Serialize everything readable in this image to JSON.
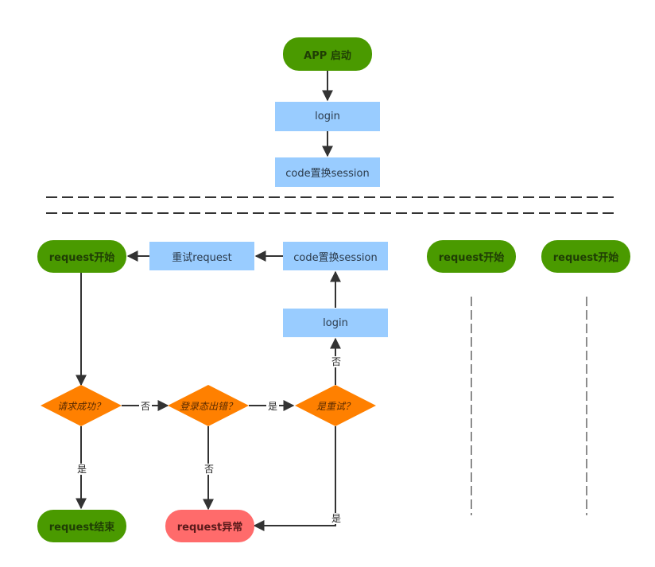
{
  "colors": {
    "terminal_green": "#4a9a00",
    "terminal_red": "#ff6b6b",
    "process_blue": "#99ccff",
    "decision_orange": "#ff8000",
    "line": "#333333"
  },
  "nodes": {
    "app_start": "APP 启动",
    "login_top": "login",
    "code_session_top": "code置换session",
    "request_start_main": "request开始",
    "retry_request": "重试request",
    "code_session_mid": "code置换session",
    "login_mid": "login",
    "request_start_2": "request开始",
    "request_start_3": "request开始",
    "decision_success": "请求成功？",
    "decision_login_expired": "登录态出错？",
    "decision_retry": "是重试？",
    "request_end": "request结束",
    "request_error": "request异常"
  },
  "edges": {
    "no_success": "否",
    "yes_success": "是",
    "yes_expired": "是",
    "no_expired": "否",
    "no_retry": "否",
    "yes_retry": "是"
  }
}
